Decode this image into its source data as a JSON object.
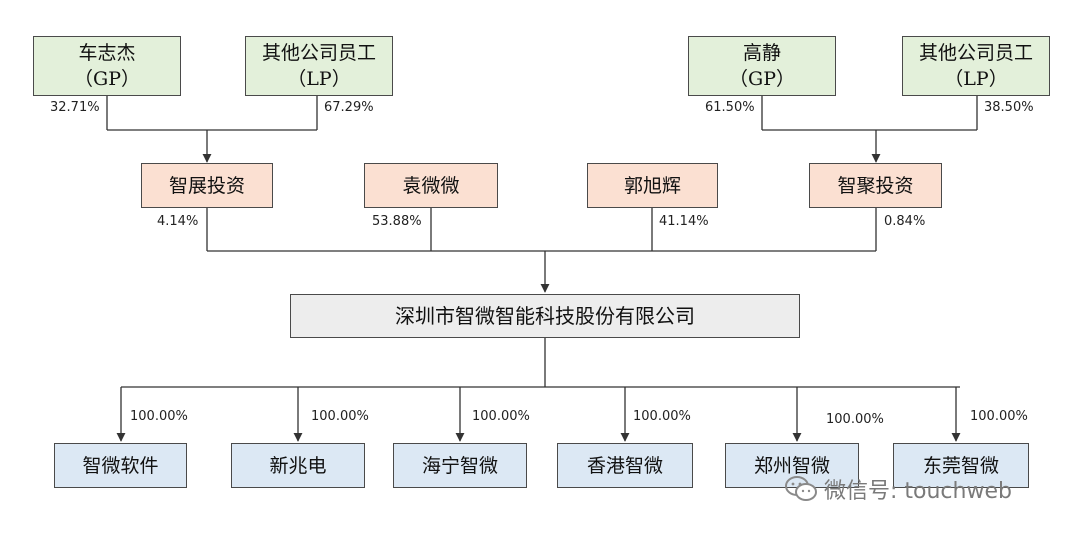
{
  "top_holders": {
    "che_zhijie": {
      "name": "车志杰",
      "role": "（GP）",
      "pct": "32.71%"
    },
    "others_left": {
      "name": "其他公司员工",
      "role": "（LP）",
      "pct": "67.29%"
    },
    "gao_jing": {
      "name": "高静",
      "role": "（GP）",
      "pct": "61.50%"
    },
    "others_right": {
      "name": "其他公司员工",
      "role": "（LP）",
      "pct": "38.50%"
    }
  },
  "shareholders": {
    "zhizhan": {
      "name": "智展投资",
      "pct": "4.14%"
    },
    "yuan_weiwei": {
      "name": "袁微微",
      "pct": "53.88%"
    },
    "guo_xuhui": {
      "name": "郭旭辉",
      "pct": "41.14%"
    },
    "zhiju": {
      "name": "智聚投资",
      "pct": "0.84%"
    }
  },
  "company": {
    "name": "深圳市智微智能科技股份有限公司"
  },
  "subsidiaries": [
    {
      "name": "智微软件",
      "pct": "100.00%"
    },
    {
      "name": "新兆电",
      "pct": "100.00%"
    },
    {
      "name": "海宁智微",
      "pct": "100.00%"
    },
    {
      "name": "香港智微",
      "pct": "100.00%"
    },
    {
      "name": "郑州智微",
      "pct": "100.00%"
    },
    {
      "name": "东莞智微",
      "pct": "100.00%"
    }
  ],
  "watermark": {
    "text": "微信号: touchweb",
    "icon": "wechat-icon"
  },
  "colors": {
    "top_box": "#e3f0da",
    "shareholder_box": "#fbe0d2",
    "company_box": "#ededed",
    "subsidiary_box": "#dce8f4",
    "line": "#333333"
  }
}
